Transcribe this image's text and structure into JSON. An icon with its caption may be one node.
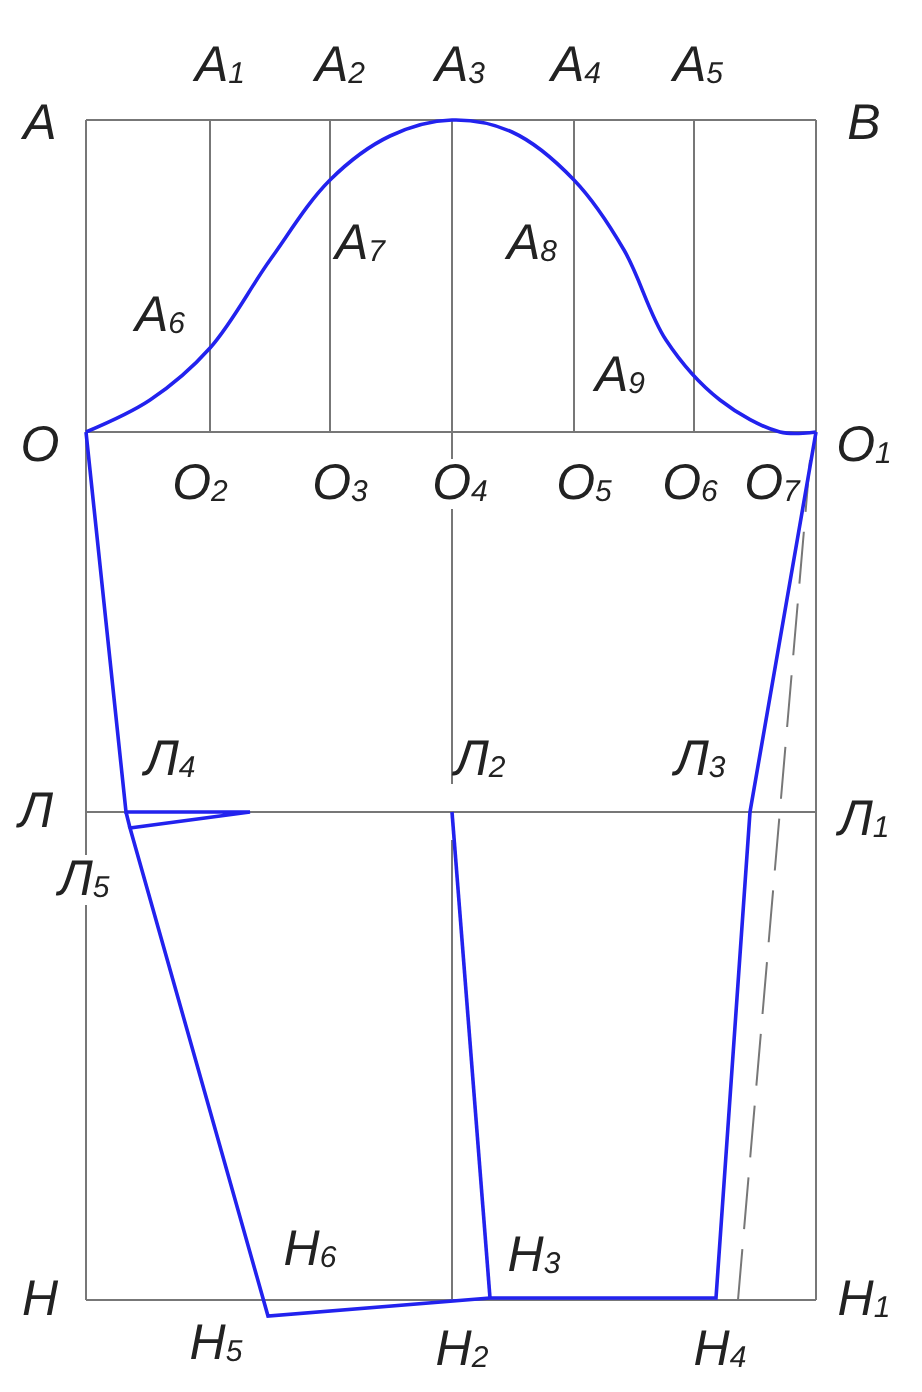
{
  "diagram": {
    "labels": [
      "А$_{1}$",
      "А$_{2}$",
      "А$_{3}$",
      "А$_{4}$",
      "А$_{5}$",
      "А",
      "В",
      "А$_{7}$",
      "А$_{8}$",
      "А$_{6}$",
      "А$_{9}$",
      "О",
      "О$_{1}$",
      "О$_{2}$",
      "О$_{3}$",
      "О$_{4}$",
      "О$_{5}$",
      "О$_{6}$",
      "О$_{7}$",
      "Л$_{4}$",
      "Л$_{2}$",
      "Л$_{3}$",
      "Л",
      "Л$_{1}$",
      "Л$_{5}$",
      "Н$_{6}$",
      "Н$_{3}$",
      "Н",
      "Н$_{1}$",
      "Н$_{5}$",
      "Н$_{2}$",
      "Н$_{4}$"
    ]
  }
}
